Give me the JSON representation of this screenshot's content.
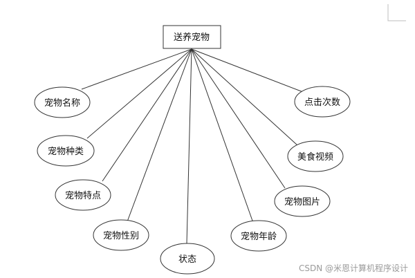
{
  "diagram": {
    "entity": "送养宠物",
    "attributes": [
      "宠物名称",
      "宠物种类",
      "宠物特点",
      "宠物性别",
      "状态",
      "宠物年龄",
      "宠物图片",
      "美食视频",
      "点击次数"
    ]
  },
  "watermark": "CSDN @米恩计算机程序设计",
  "colors": {
    "stroke": "#333333",
    "text": "#111111",
    "watermark": "#9a9a9a"
  }
}
